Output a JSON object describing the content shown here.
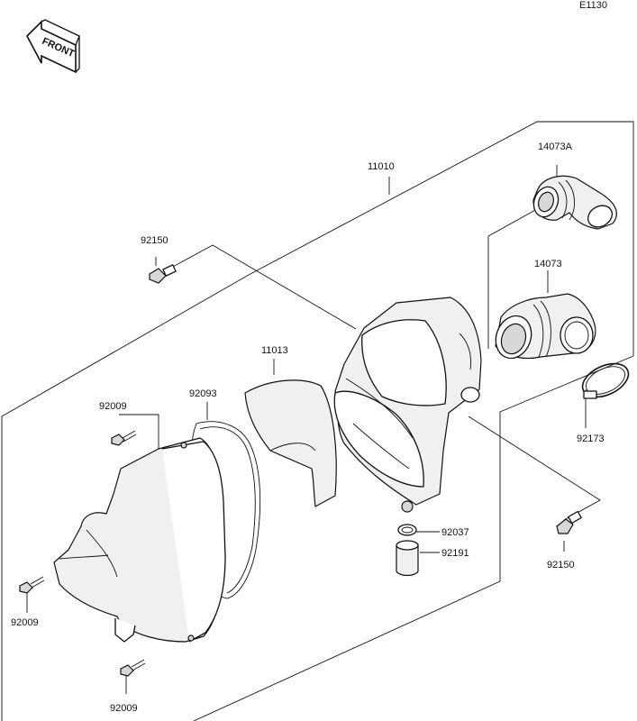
{
  "diagram_code": "E1130",
  "front_badge": "FRONT",
  "parts": {
    "p_11010": "11010",
    "p_11013": "11013",
    "p_14073A": "14073A",
    "p_14073": "14073",
    "p_92150_top": "92150",
    "p_92150_right": "92150",
    "p_92173": "92173",
    "p_92009_a": "92009",
    "p_92009_b": "92009",
    "p_92009_c": "92009",
    "p_92093": "92093",
    "p_92037": "92037",
    "p_92191": "92191"
  }
}
